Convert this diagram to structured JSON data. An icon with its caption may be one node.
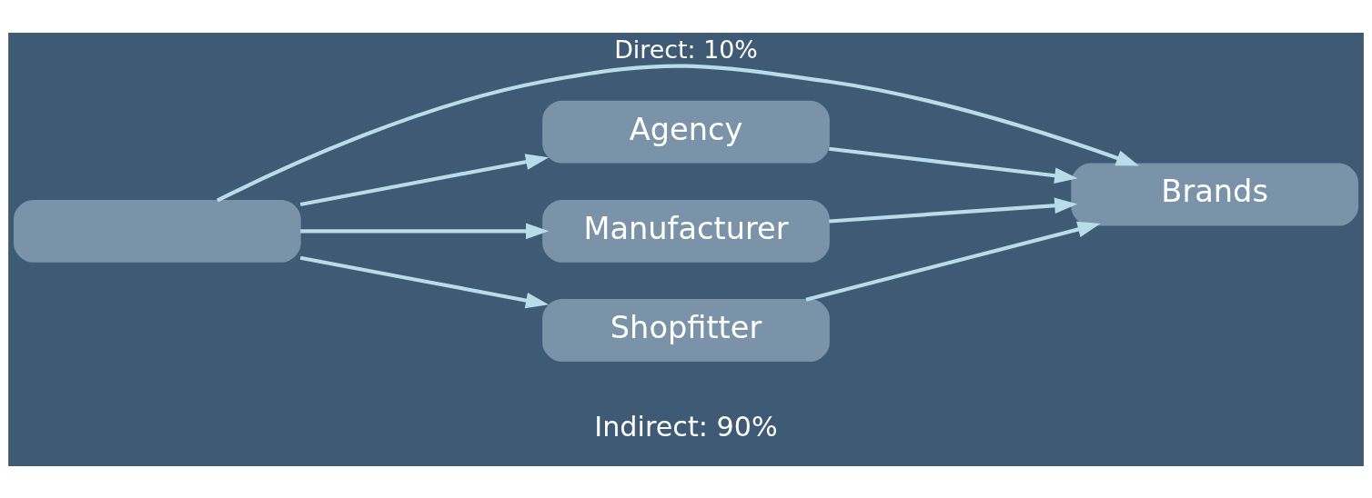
{
  "diagram": {
    "nodes": [
      {
        "text": [],
        "shape": "box"
      },
      {
        "text": [
          "Brands"
        ]
      },
      {
        "text": [
          "Agency"
        ]
      },
      {
        "text": [
          "Manufacturer"
        ]
      },
      {
        "text": [
          "Shopfitter"
        ]
      }
    ],
    "edges": [
      {
        "from": 0,
        "to": 1,
        "arrow": "to",
        "label": "Direct: 10%"
      },
      {
        "from": 0,
        "to": 2,
        "arrow": "to"
      },
      {
        "from": 0,
        "to": 3,
        "arrow": "to"
      },
      {
        "from": 0,
        "to": 4,
        "arrow": "to"
      },
      {
        "from": 2,
        "to": 1,
        "arrow": "to"
      },
      {
        "from": 3,
        "to": 1,
        "arrow": "to"
      },
      {
        "from": 4,
        "to": 1,
        "arrow": "to"
      }
    ],
    "labels": [
      "Indirect: 90%"
    ]
  }
}
